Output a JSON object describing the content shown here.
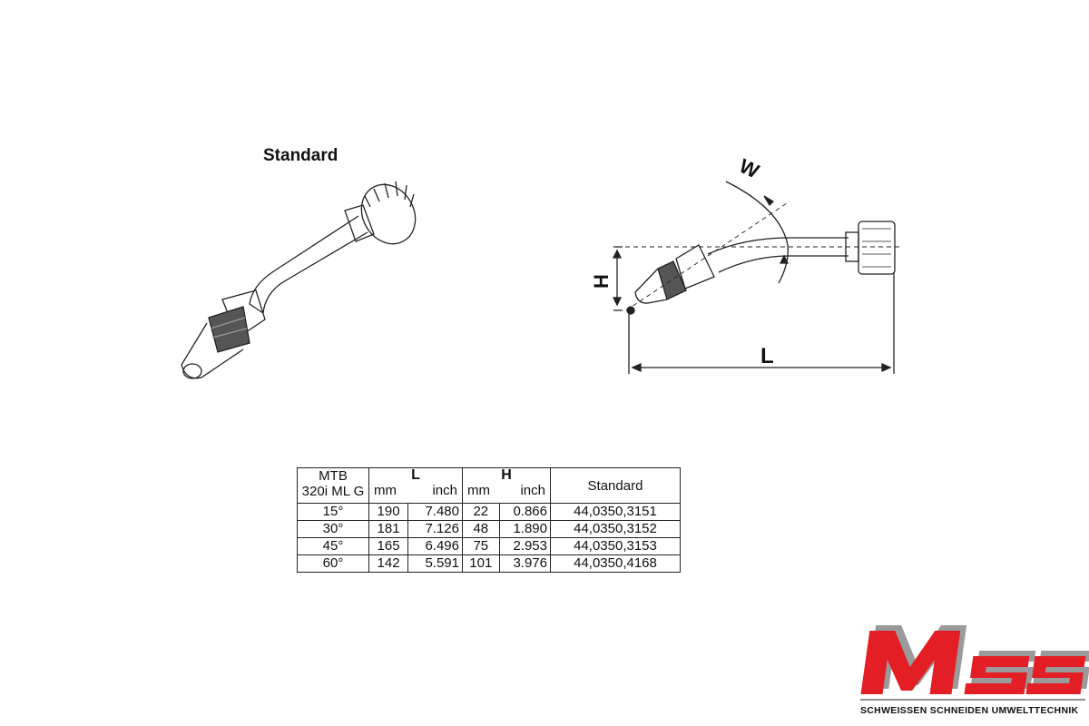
{
  "heading": "Standard",
  "dimension_labels": {
    "angle": "W",
    "height": "H",
    "length": "L"
  },
  "table": {
    "model_line1": "MTB",
    "model_line2": "320i ML G",
    "group_L": "L",
    "group_H": "H",
    "unit_mm": "mm",
    "unit_inch": "inch",
    "standard_header": "Standard",
    "rows": [
      {
        "angle": "15°",
        "l_mm": "190",
        "l_inch": "7.480",
        "h_mm": "22",
        "h_inch": "0.866",
        "standard": "44,0350,3151"
      },
      {
        "angle": "30°",
        "l_mm": "181",
        "l_inch": "7.126",
        "h_mm": "48",
        "h_inch": "1.890",
        "standard": "44,0350,3152"
      },
      {
        "angle": "45°",
        "l_mm": "165",
        "l_inch": "6.496",
        "h_mm": "75",
        "h_inch": "2.953",
        "standard": "44,0350,3153"
      },
      {
        "angle": "60°",
        "l_mm": "142",
        "l_inch": "5.591",
        "h_mm": "101",
        "h_inch": "3.976",
        "standard": "44,0350,4168"
      }
    ]
  },
  "logo": {
    "letters": "MSS",
    "tagline": "SCHWEISSEN SCHNEIDEN UMWELTTECHNIK",
    "red": "#e31e24",
    "gray": "#9a9a9a"
  }
}
